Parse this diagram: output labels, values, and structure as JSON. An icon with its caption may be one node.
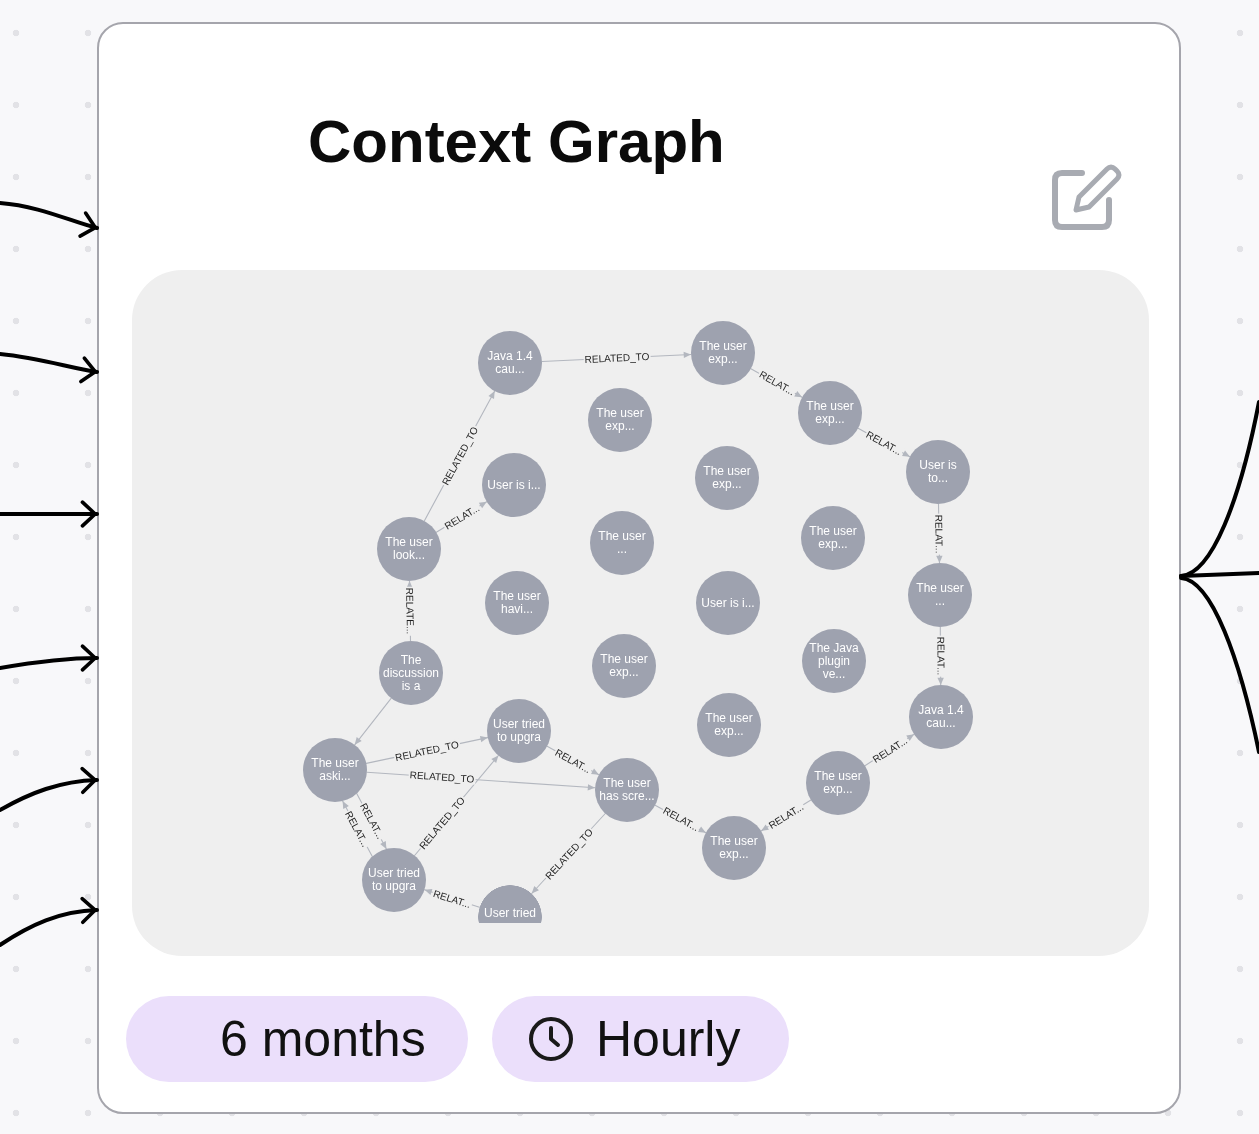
{
  "diagram": {
    "nodes": [
      {
        "text": [
          "Context Graph"
        ]
      },
      {
        "text": [],
        "shape": "picture",
        "in": 0
      },
      {
        "text": [
          "Java 1.4 cau..."
        ],
        "in": 1
      },
      {
        "text": [
          "The user exp..."
        ],
        "in": 1
      },
      {
        "text": [
          "The user exp..."
        ],
        "in": 1
      },
      {
        "text": [
          "The user exp..."
        ],
        "in": 1
      },
      {
        "text": [
          "User is i..."
        ],
        "in": 1
      },
      {
        "text": [
          "The user exp..."
        ],
        "in": 1
      },
      {
        "text": [
          "User is to..."
        ],
        "in": 1
      },
      {
        "text": [
          "The user look..."
        ],
        "in": 1
      },
      {
        "text": [
          "The user ..."
        ],
        "in": 1
      },
      {
        "text": [
          "The user exp..."
        ],
        "in": 1
      },
      {
        "text": [
          "The user havi..."
        ],
        "in": 1
      },
      {
        "text": [
          "User is i..."
        ],
        "in": 1
      },
      {
        "text": [
          "The user ..."
        ],
        "in": 1
      },
      {
        "text": [
          "The discussion is a"
        ],
        "in": 1
      },
      {
        "text": [
          "The user exp..."
        ],
        "in": 1
      },
      {
        "text": [
          "The Java plugin ve..."
        ],
        "in": 1
      },
      {
        "text": [
          "User tried to upgra"
        ],
        "in": 1
      },
      {
        "text": [
          "The user exp..."
        ],
        "in": 1
      },
      {
        "text": [
          "Java 1.4 cau..."
        ],
        "in": 1
      },
      {
        "text": [
          "The user aski..."
        ],
        "in": 1
      },
      {
        "text": [
          "The user has scre..."
        ],
        "in": 1
      },
      {
        "text": [
          "The user exp..."
        ],
        "in": 1
      },
      {
        "text": [
          "The user exp..."
        ],
        "in": 1
      },
      {
        "text": [
          "User tried to upgra"
        ],
        "in": 1
      },
      {
        "text": [
          "User tried"
        ],
        "in": 1
      },
      {
        "text": [
          "6 months"
        ],
        "in": 0
      },
      {
        "text": [
          "Hourly"
        ],
        "in": 0
      }
    ],
    "edges": [
      {
        "from": null,
        "to": 0,
        "arrow": "to",
        "style": "thick",
        "color": "#000000"
      },
      {
        "from": null,
        "to": 0,
        "arrow": "to",
        "style": "thick",
        "color": "#000000"
      },
      {
        "from": null,
        "to": 0,
        "arrow": "to",
        "style": "thick",
        "color": "#000000"
      },
      {
        "from": null,
        "to": 0,
        "arrow": "to",
        "style": "thick",
        "color": "#000000"
      },
      {
        "from": null,
        "to": 0,
        "arrow": "to",
        "style": "thick",
        "color": "#000000"
      },
      {
        "from": null,
        "to": 0,
        "arrow": "to",
        "style": "thick",
        "color": "#000000"
      },
      {
        "from": 0,
        "to": null,
        "arrow": "none",
        "style": "thick",
        "color": "#000000"
      },
      {
        "from": 0,
        "to": null,
        "arrow": "none",
        "style": "thick",
        "color": "#000000"
      },
      {
        "from": 0,
        "to": null,
        "arrow": "none",
        "style": "thick",
        "color": "#000000"
      },
      {
        "from": 2,
        "to": 3,
        "arrow": "to",
        "label": "RELATED_TO"
      },
      {
        "from": 9,
        "to": 2,
        "arrow": "to",
        "label": "RELATED_TO"
      },
      {
        "from": 3,
        "to": 5,
        "arrow": "to",
        "label": "RELAT..."
      },
      {
        "from": 5,
        "to": 8,
        "arrow": "to",
        "label": "RELAT..."
      },
      {
        "from": 8,
        "to": 14,
        "arrow": "to",
        "label": "RELAT..."
      },
      {
        "from": 14,
        "to": 20,
        "arrow": "to",
        "label": "RELAT..."
      },
      {
        "from": 23,
        "to": 20,
        "arrow": "to",
        "label": "RELAT..."
      },
      {
        "from": 23,
        "to": 24,
        "arrow": "to",
        "label": "RELAT..."
      },
      {
        "from": 22,
        "to": 24,
        "arrow": "to",
        "label": "RELAT..."
      },
      {
        "from": 21,
        "to": 25,
        "arrow": "to",
        "label": "RELAT..."
      },
      {
        "from": 25,
        "to": 21,
        "arrow": "to",
        "label": "RELAT..."
      },
      {
        "from": 26,
        "to": 25,
        "arrow": "to",
        "label": "RELAT..."
      },
      {
        "from": 15,
        "to": 21,
        "arrow": "to"
      },
      {
        "from": 15,
        "to": 9,
        "arrow": "to",
        "label": "RELATE..."
      },
      {
        "from": 21,
        "to": 18,
        "arrow": "to",
        "label": "RELATED_TO"
      },
      {
        "from": 22,
        "to": 26,
        "arrow": "to",
        "label": "RELATED_TO"
      },
      {
        "from": 18,
        "to": 22,
        "arrow": "to",
        "label": "RELAT..."
      },
      {
        "from": 9,
        "to": 6,
        "arrow": "to",
        "label": "RELAT..."
      },
      {
        "from": 21,
        "to": 22,
        "arrow": "to",
        "label": "RELATED_TO"
      },
      {
        "from": 25,
        "to": 18,
        "arrow": "to",
        "label": "RELATED_TO"
      }
    ]
  }
}
